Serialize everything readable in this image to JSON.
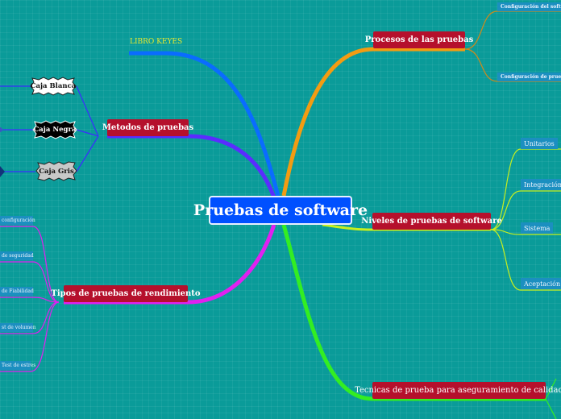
{
  "center": {
    "label": "Pruebas de software",
    "color": "#0050ff"
  },
  "branches": {
    "libro": {
      "label": "LIBRO KEYES",
      "color": "#0a6cff"
    },
    "procesos": {
      "label": "Procesos de las pruebas",
      "color": "#f39c12",
      "children": [
        "Configuración del software",
        "Configuración de prueba"
      ]
    },
    "niveles": {
      "label": "Niveles de pruebas de software",
      "color": "#c8f01e",
      "children": [
        "Unitarios",
        "Integración",
        "Sistema",
        "Aceptación"
      ]
    },
    "tecnicas": {
      "label": "Tecnicas de prueba para aseguramiento de calidad",
      "color": "#33ee22"
    },
    "metodos": {
      "label": "Metodos de pruebas",
      "color": "#5a2cff",
      "children": [
        "Caja Blanca",
        "Caja Negra",
        "Caja Gris"
      ]
    },
    "tipos": {
      "label": "Tipos de pruebas de rendimiento",
      "color": "#e020f0",
      "children": [
        "configuración",
        "de seguridad",
        "de Fiabilidad",
        "st de volumen",
        "Test de estres"
      ]
    }
  },
  "colors": {
    "background": "#0a9b99",
    "node": "#b5102c",
    "subnode": "#1b8fc0"
  }
}
